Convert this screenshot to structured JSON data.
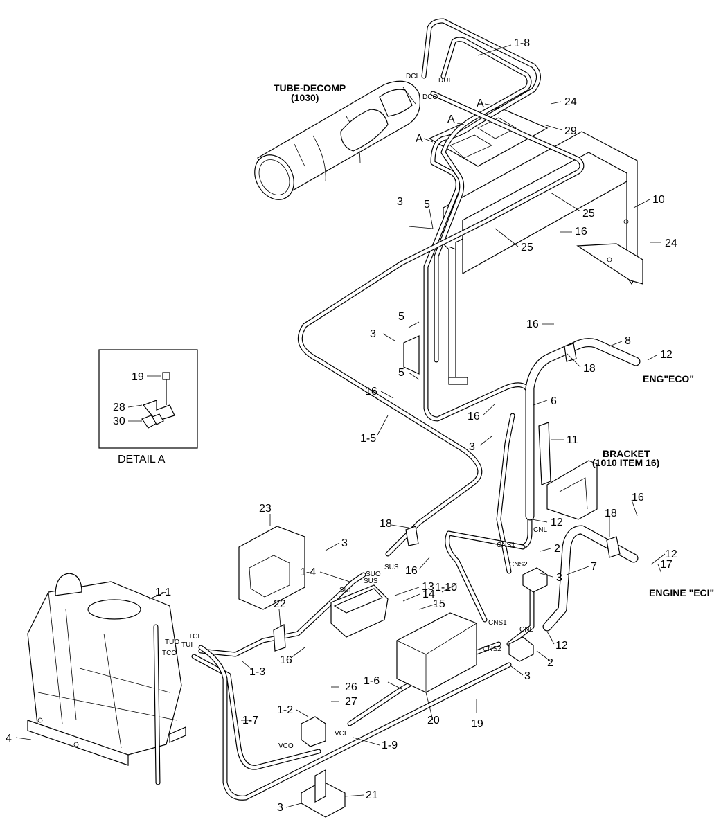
{
  "callouts": {
    "c_1_8": "1-8",
    "c_24_top": "24",
    "c_29": "29",
    "c_10": "10",
    "c_24_right": "24",
    "c_25_a": "25",
    "c_25_b": "25",
    "c_16_a": "16",
    "c_3_a": "3",
    "c_5_a": "5",
    "c_5_b": "5",
    "c_3_b": "3",
    "c_5_c": "5",
    "c_16_b": "16",
    "c_1_5": "1-5",
    "c_16_c": "16",
    "c_8": "8",
    "c_12_a": "12",
    "c_18_a": "18",
    "c_6": "6",
    "c_16_d": "16",
    "c_11": "11",
    "c_3_c": "3",
    "c_12_b": "12",
    "c_16_e": "16",
    "c_18_b": "18",
    "c_2_a": "2",
    "c_7": "7",
    "c_12_c": "12",
    "c_17": "17",
    "c_3_d": "3",
    "c_23": "23",
    "c_3_e": "3",
    "c_18_c": "18",
    "c_16_f": "16",
    "c_1_4": "1-4",
    "c_13": "13",
    "c_14": "14",
    "c_15": "15",
    "c_1_10": "1-10",
    "c_1_1": "1-1",
    "c_22": "22",
    "c_16_g": "16",
    "c_1_3": "1-3",
    "c_12_d": "12",
    "c_2_b": "2",
    "c_3_f": "3",
    "c_26": "26",
    "c_27": "27",
    "c_1_6": "1-6",
    "c_20": "20",
    "c_19_b": "19",
    "c_1_2": "1-2",
    "c_1_7": "1-7",
    "c_1_9": "1-9",
    "c_4": "4",
    "c_21": "21",
    "c_3_g": "3",
    "detail_19": "19",
    "detail_28": "28",
    "detail_30": "30",
    "view_a_1": "A",
    "view_a_2": "A",
    "view_a_3": "A"
  },
  "labels": {
    "tube_decomp": "TUBE-DECOMP",
    "tube_decomp_ref": "(1030)",
    "bracket": "BRACKET",
    "bracket_ref": "(1010 ITEM 16)",
    "eng_eco": "ENG\"ECO\"",
    "engine_eci": "ENGINE \"ECI\"",
    "detail_a": "DETAIL A"
  },
  "ports": {
    "dci": "DCI",
    "dui": "DUI",
    "dco": "DCO",
    "cnl_top": "CNL",
    "cns1_top": "CNS1",
    "cns2_top": "CNS2",
    "cns1_bot": "CNS1",
    "cnl_bot": "CNL",
    "cns2_bot": "CNS2",
    "sui": "SUI",
    "suo": "SUO",
    "sus_a": "SUS",
    "sus_b": "SUS",
    "tci": "TCI",
    "tui": "TUI",
    "tuo": "TUO",
    "tco": "TCO",
    "vci": "VCI",
    "vco": "VCO"
  }
}
